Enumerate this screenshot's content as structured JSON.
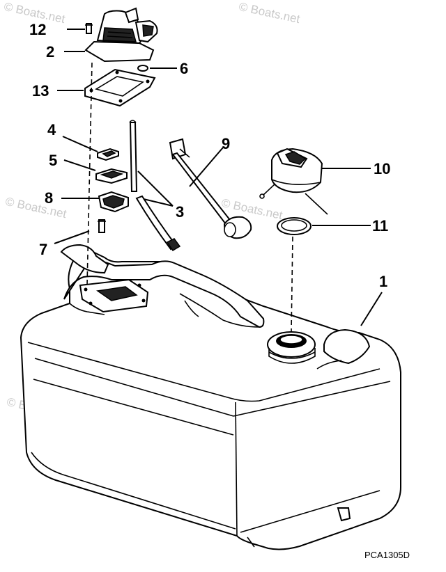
{
  "watermark": "© Boats.net",
  "drawing_code": "PCA1305D",
  "callouts": [
    {
      "label": "12"
    },
    {
      "label": "2"
    },
    {
      "label": "6"
    },
    {
      "label": "13"
    },
    {
      "label": "4"
    },
    {
      "label": "5"
    },
    {
      "label": "8"
    },
    {
      "label": "7"
    },
    {
      "label": "9"
    },
    {
      "label": "3"
    },
    {
      "label": "10"
    },
    {
      "label": "11"
    },
    {
      "label": "1"
    }
  ]
}
